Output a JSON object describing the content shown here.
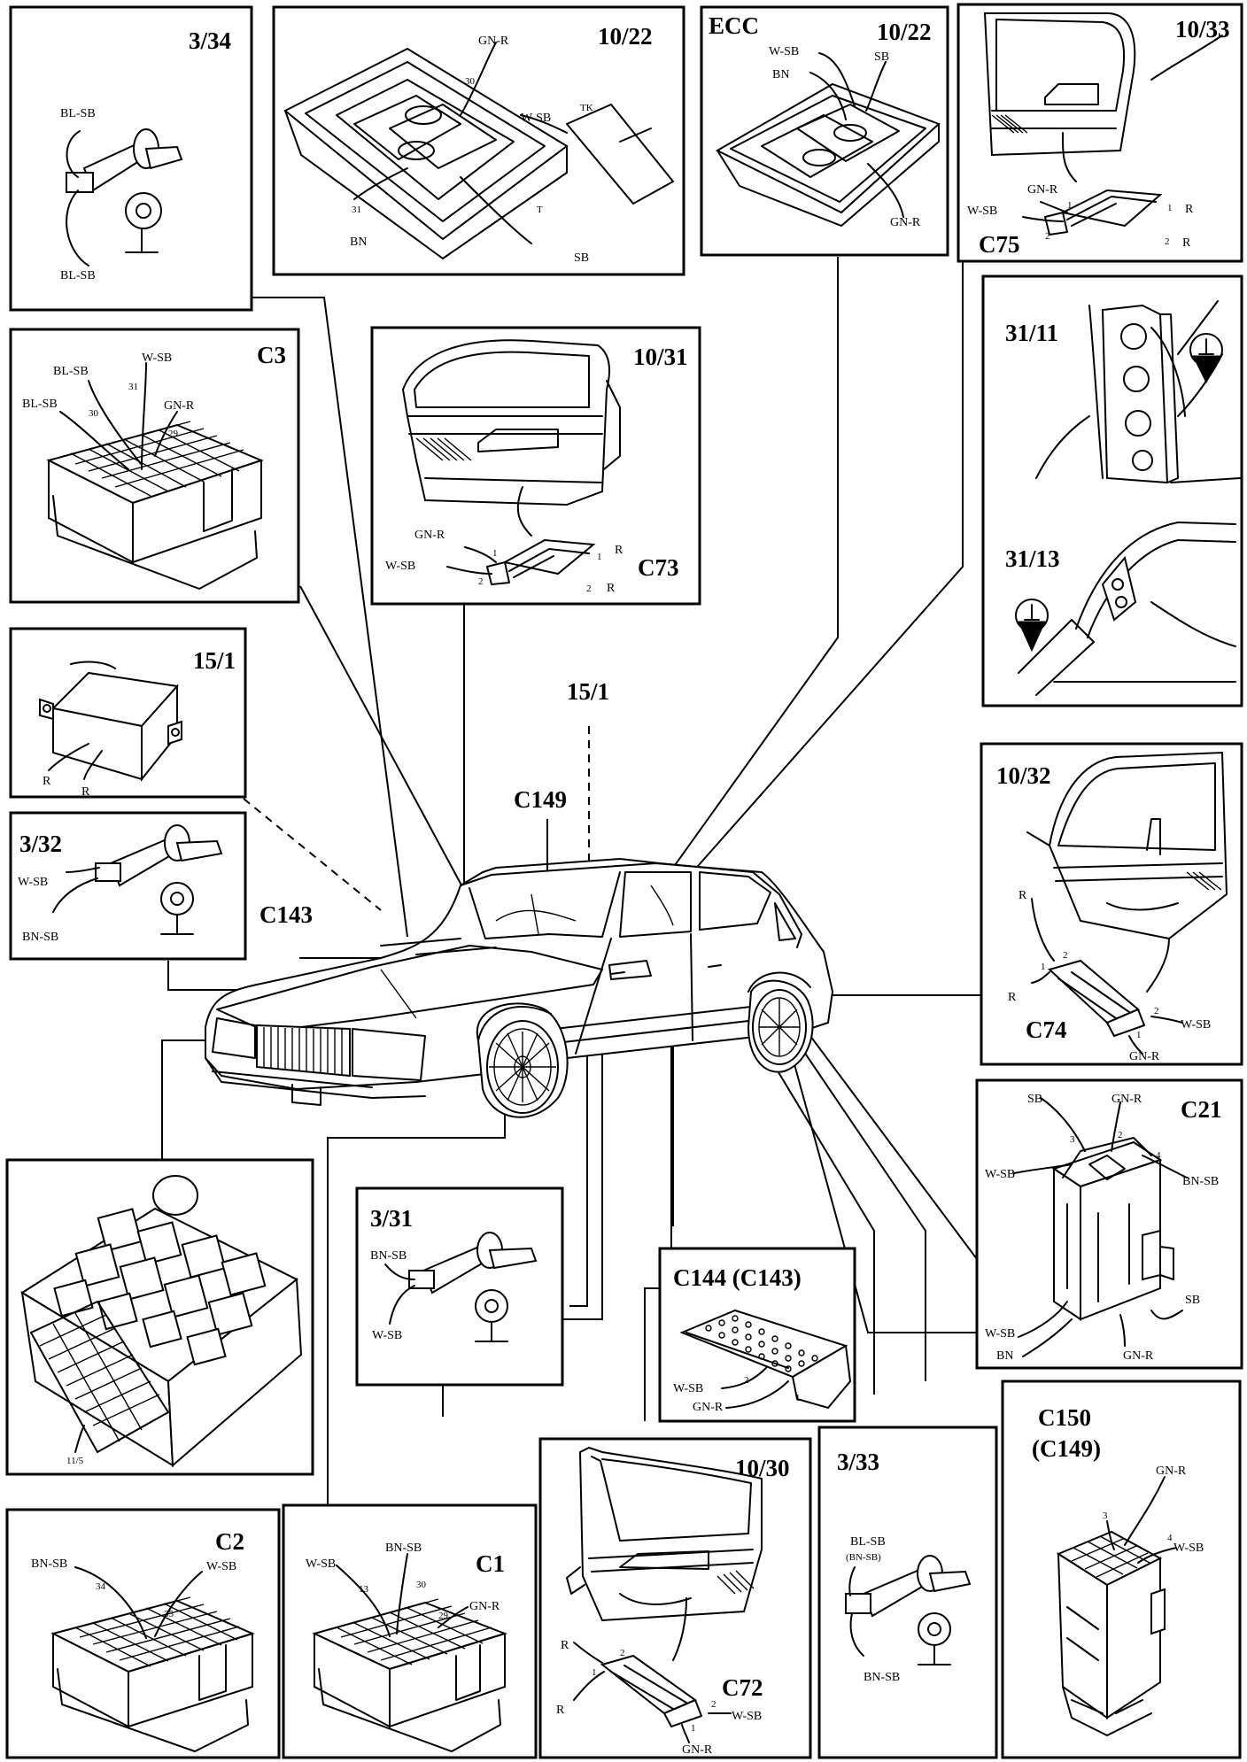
{
  "panels": {
    "p334": {
      "title": "3/34",
      "labels": [
        "BL-SB",
        "BL-SB"
      ]
    },
    "p1022a": {
      "title": "10/22",
      "labels": [
        "GN-R",
        "30",
        "W-SB",
        "TK",
        "31",
        "BN",
        "T",
        "SB"
      ]
    },
    "p1022b": {
      "title": "10/22",
      "subtitle": "ECC",
      "labels": [
        "W-SB",
        "BN",
        "SB",
        "GN-R"
      ]
    },
    "p1033": {
      "title": "10/33",
      "connector": "C75",
      "labels": [
        "GN-R",
        "W-SB",
        "1",
        "2",
        "1",
        "R",
        "2",
        "R"
      ]
    },
    "pC3": {
      "title": "C3",
      "labels": [
        "W-SB",
        "BL-SB",
        "31",
        "BL-SB",
        "30",
        "GN-R",
        "29"
      ]
    },
    "p1031": {
      "title": "10/31",
      "connector": "C73",
      "labels": [
        "GN-R",
        "1",
        "W-SB",
        "2",
        "1",
        "R",
        "2",
        "R"
      ]
    },
    "p3111": {
      "title": "31/11",
      "title2": "31/13"
    },
    "p151": {
      "title": "15/1",
      "labels": [
        "R",
        "R"
      ]
    },
    "p332": {
      "title": "3/32",
      "labels": [
        "W-SB",
        "BN-SB"
      ]
    },
    "p1032": {
      "title": "10/32",
      "connector": "C74",
      "labels": [
        "R",
        "2",
        "1",
        "R",
        "2",
        "W-SB",
        "1",
        "GN-R"
      ]
    },
    "pC21": {
      "title": "C21",
      "labels": [
        "SB",
        "GN-R",
        "3",
        "2",
        "W-SB",
        "4",
        "BN-SB",
        "W-SB",
        "SB",
        "BN",
        "GN-R"
      ]
    },
    "pRelay": {
      "labels": [
        "11/5"
      ]
    },
    "p331": {
      "title": "3/31",
      "labels": [
        "BN-SB",
        "W-SB"
      ]
    },
    "pC144": {
      "title": "C144 (C143)",
      "labels": [
        "W-SB",
        "2",
        "GN-R",
        "1"
      ]
    },
    "pC150": {
      "title": "C150",
      "subtitle": "(C149)",
      "labels": [
        "GN-R",
        "3",
        "4",
        "W-SB"
      ]
    },
    "pC2": {
      "title": "C2",
      "labels": [
        "BN-SB",
        "W-SB",
        "34",
        "35"
      ]
    },
    "pC1": {
      "title": "C1",
      "labels": [
        "W-SB",
        "BN-SB",
        "13",
        "30",
        "29",
        "GN-R"
      ]
    },
    "p1030": {
      "title": "10/30",
      "connector": "C72",
      "labels": [
        "R",
        "2",
        "1",
        "R",
        "2",
        "W-SB",
        "1",
        "GN-R"
      ]
    },
    "p333": {
      "title": "3/33",
      "labels": [
        "BL-SB",
        "(BN-SB)",
        "BN-SB"
      ]
    }
  },
  "car": {
    "labels": [
      "15/1",
      "C149",
      "C143"
    ]
  }
}
